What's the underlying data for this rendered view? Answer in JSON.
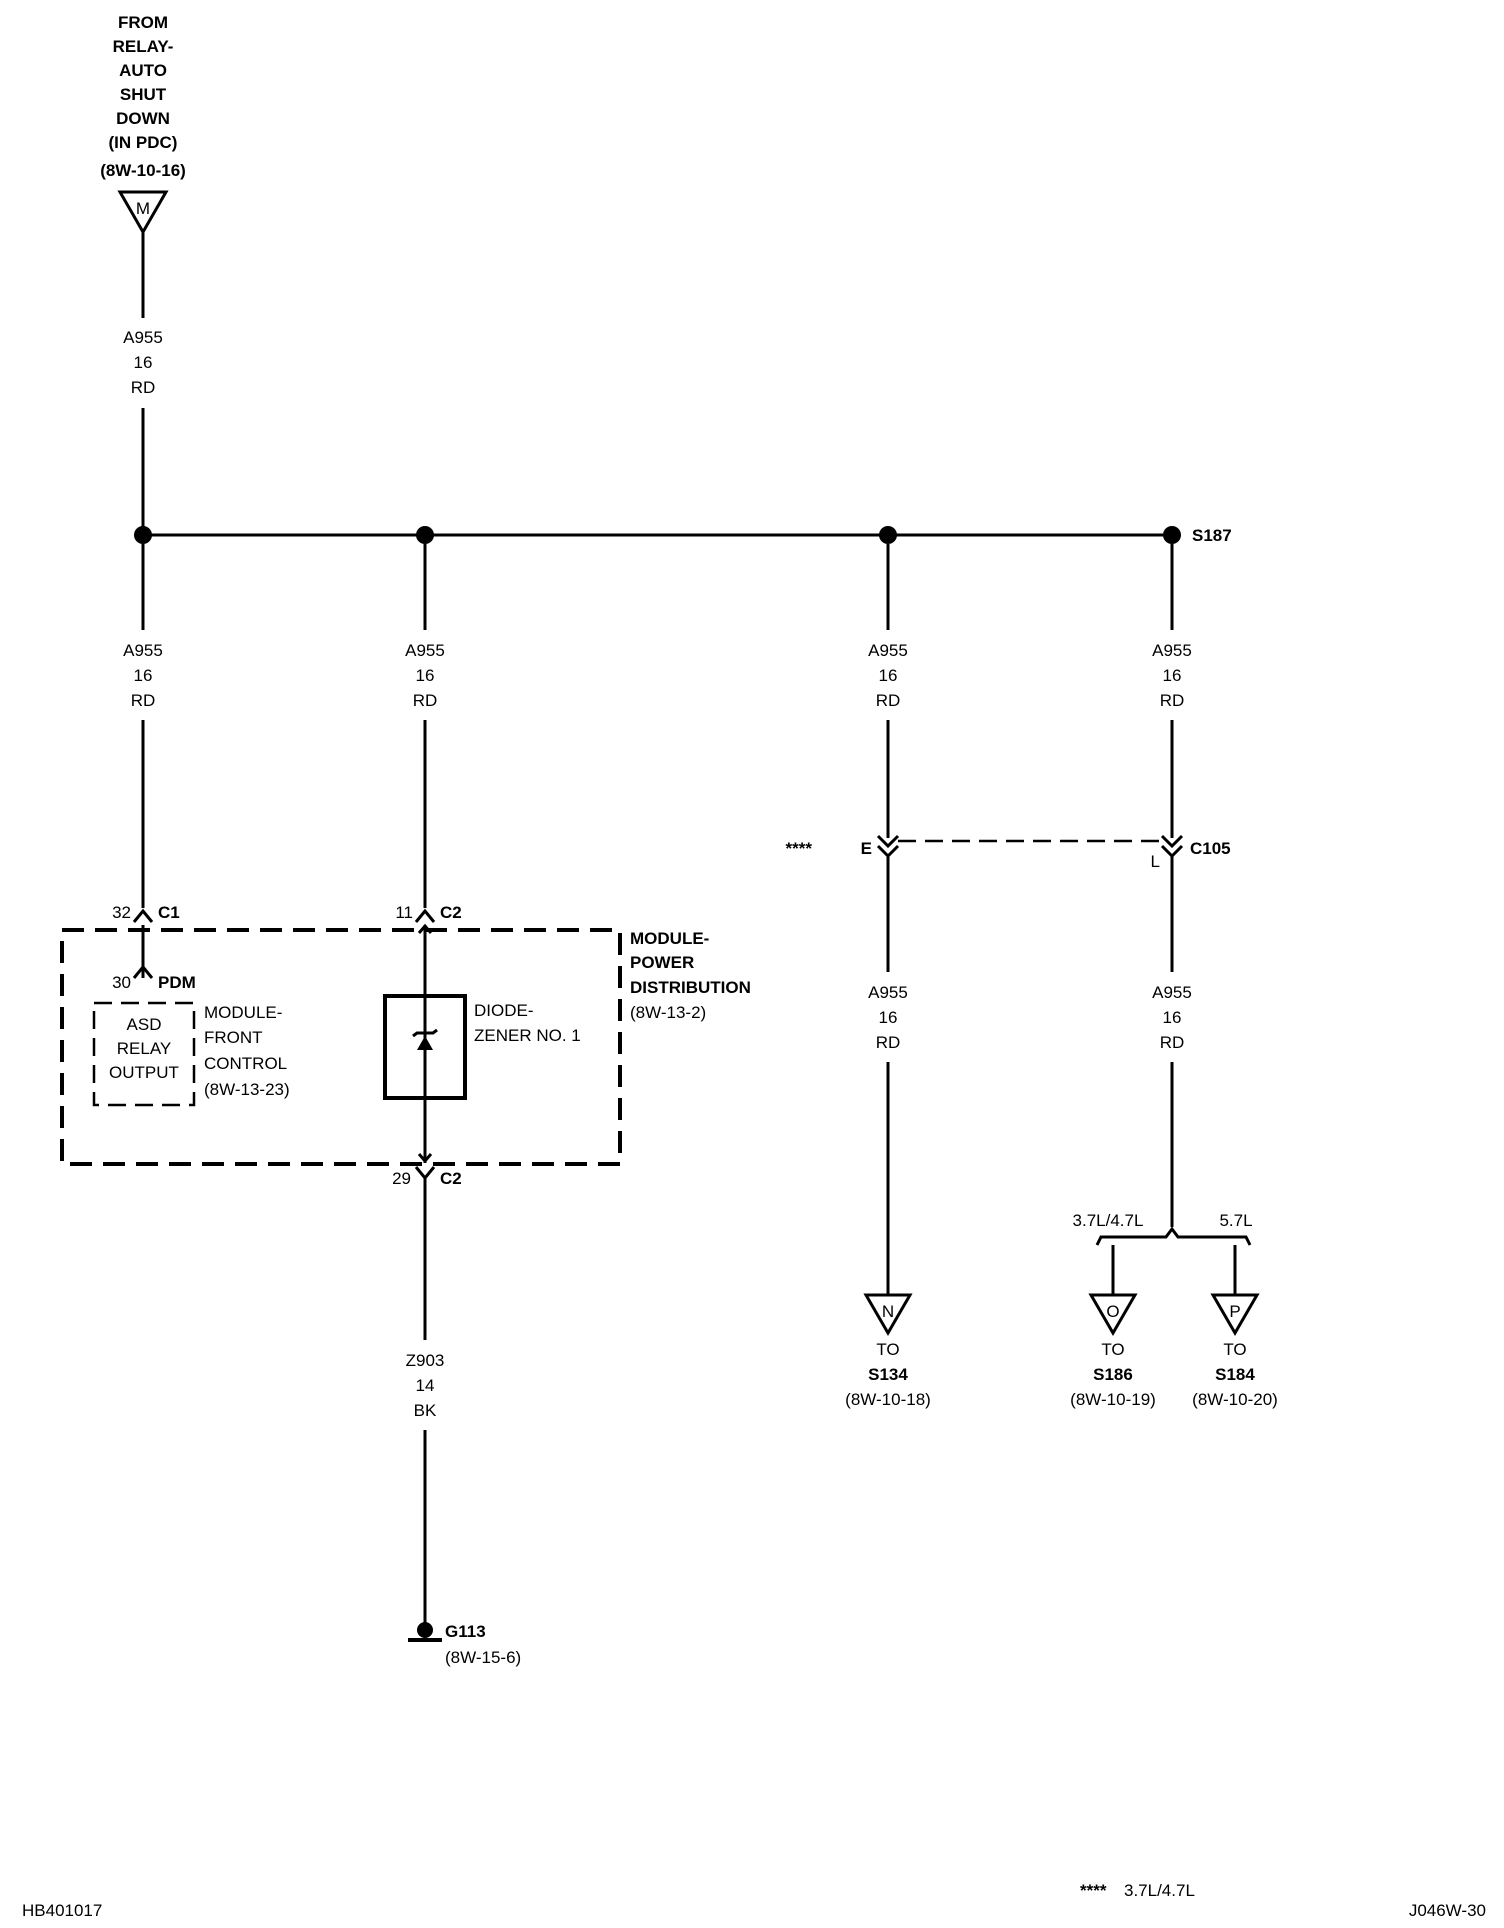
{
  "source": {
    "from": "FROM",
    "line1": "RELAY-",
    "line2": "AUTO",
    "line3": "SHUT",
    "line4": "DOWN",
    "line5": "(IN PDC)",
    "ref": "(8W-10-16)",
    "connector_letter": "M"
  },
  "wire_main": {
    "id": "A955",
    "gauge": "16",
    "color": "RD"
  },
  "splice": {
    "label": "S187"
  },
  "branch1": {
    "id": "A955",
    "gauge": "16",
    "color": "RD",
    "pin": "32",
    "connector": "C1"
  },
  "branch2": {
    "id": "A955",
    "gauge": "16",
    "color": "RD",
    "pin": "11",
    "connector": "C2"
  },
  "branch3": {
    "id": "A955",
    "gauge": "16",
    "color": "RD",
    "pin_letter": "E",
    "stars": "****"
  },
  "branch4": {
    "id": "A955",
    "gauge": "16",
    "color": "RD",
    "pin_letter": "L",
    "connector": "C105"
  },
  "pdm": {
    "title1": "MODULE-",
    "title2": "POWER",
    "title3": "DISTRIBUTION",
    "ref": "(8W-13-2)",
    "inner_pin": "30",
    "inner_label": "PDM"
  },
  "fcm": {
    "box_line1": "ASD",
    "box_line2": "RELAY",
    "box_line3": "OUTPUT",
    "label1": "MODULE-",
    "label2": "FRONT",
    "label3": "CONTROL",
    "ref": "(8W-13-23)"
  },
  "diode": {
    "label1": "DIODE-",
    "label2": "ZENER NO. 1"
  },
  "out_pin": {
    "pin": "29",
    "connector": "C2"
  },
  "ground_wire": {
    "id": "Z903",
    "gauge": "14",
    "color": "BK"
  },
  "ground": {
    "label": "G113",
    "ref": "(8W-15-6)"
  },
  "wire_e_down": {
    "id": "A955",
    "gauge": "16",
    "color": "RD"
  },
  "wire_l_down": {
    "id": "A955",
    "gauge": "16",
    "color": "RD"
  },
  "dest_n": {
    "letter": "N",
    "to": "TO",
    "splice": "S134",
    "ref": "(8W-10-18)"
  },
  "dest_o": {
    "letter": "O",
    "to": "TO",
    "splice": "S186",
    "ref": "(8W-10-19)"
  },
  "dest_p": {
    "letter": "P",
    "to": "TO",
    "splice": "S184",
    "ref": "(8W-10-20)"
  },
  "engine_split": {
    "left": "3.7L/4.7L",
    "right": "5.7L"
  },
  "footer": {
    "left_code": "HB401017",
    "note_stars": "****",
    "note_text": "3.7L/4.7L",
    "right_code": "J046W-30"
  }
}
